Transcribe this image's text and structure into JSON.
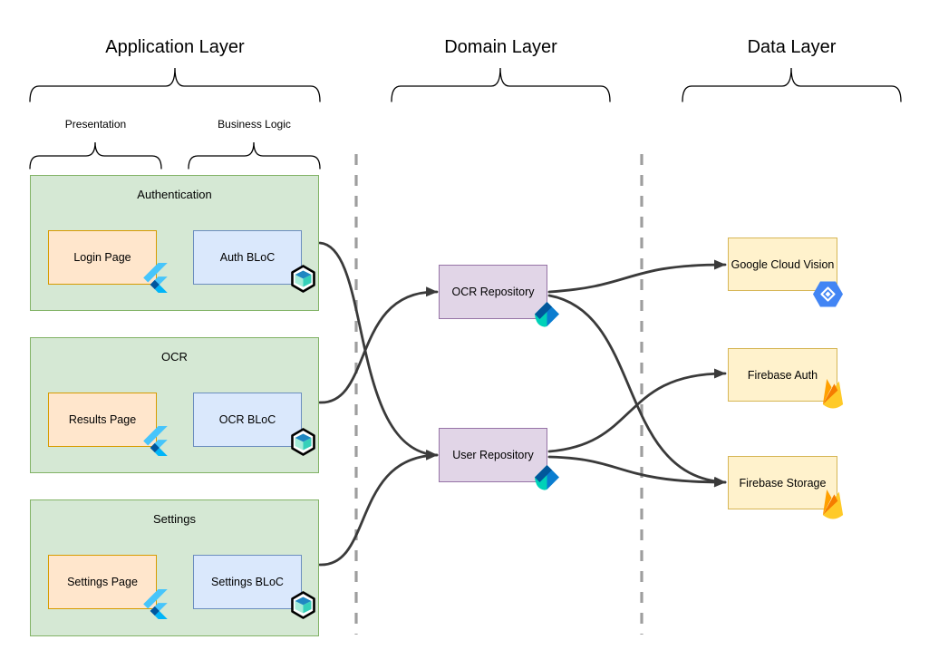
{
  "layers": {
    "application": {
      "title": "Application Layer",
      "sublayers": {
        "presentation": {
          "label": "Presentation"
        },
        "business_logic": {
          "label": "Business Logic"
        }
      }
    },
    "domain": {
      "title": "Domain Layer"
    },
    "data": {
      "title": "Data Layer"
    }
  },
  "application_groups": {
    "authentication": {
      "title": "Authentication",
      "page_label": "Login Page",
      "bloc_label": "Auth BLoC"
    },
    "ocr": {
      "title": "OCR",
      "page_label": "Results Page",
      "bloc_label": "OCR BLoC"
    },
    "settings": {
      "title": "Settings",
      "page_label": "Settings Page",
      "bloc_label": "Settings BLoC"
    }
  },
  "domain_nodes": {
    "ocr_repository": {
      "label": "OCR Repository"
    },
    "user_repository": {
      "label": "User Repository"
    }
  },
  "data_nodes": {
    "google_cloud_vision": {
      "label": "Google Cloud Vision"
    },
    "firebase_auth": {
      "label": "Firebase Auth"
    },
    "firebase_storage": {
      "label": "Firebase Storage"
    }
  },
  "icons": {
    "flutter": "flutter-logo",
    "bloc": "bloc-hexagon-cube",
    "dart": "dart-logo",
    "google_cloud_vision": "google-cloud-vision-hexagon",
    "firebase": "firebase-flame"
  },
  "colors": {
    "group_fill": "#d5e8d4",
    "group_border": "#82b366",
    "page_fill": "#ffe6cc",
    "page_border": "#d79b00",
    "bloc_fill": "#dae8fc",
    "bloc_border": "#6c8ebf",
    "repo_fill": "#e1d5e7",
    "repo_border": "#9673a6",
    "service_fill": "#fff2cc",
    "service_border": "#d6b656",
    "arrow": "#3a3a3a",
    "divider": "#9e9e9e"
  },
  "connections": [
    {
      "from": "Authentication",
      "to": "User Repository"
    },
    {
      "from": "OCR",
      "to": "OCR Repository"
    },
    {
      "from": "Settings",
      "to": "User Repository"
    },
    {
      "from": "OCR Repository",
      "to": "Google Cloud Vision"
    },
    {
      "from": "OCR Repository",
      "to": "Firebase Storage"
    },
    {
      "from": "User Repository",
      "to": "Firebase Auth"
    },
    {
      "from": "User Repository",
      "to": "Firebase Storage"
    }
  ]
}
